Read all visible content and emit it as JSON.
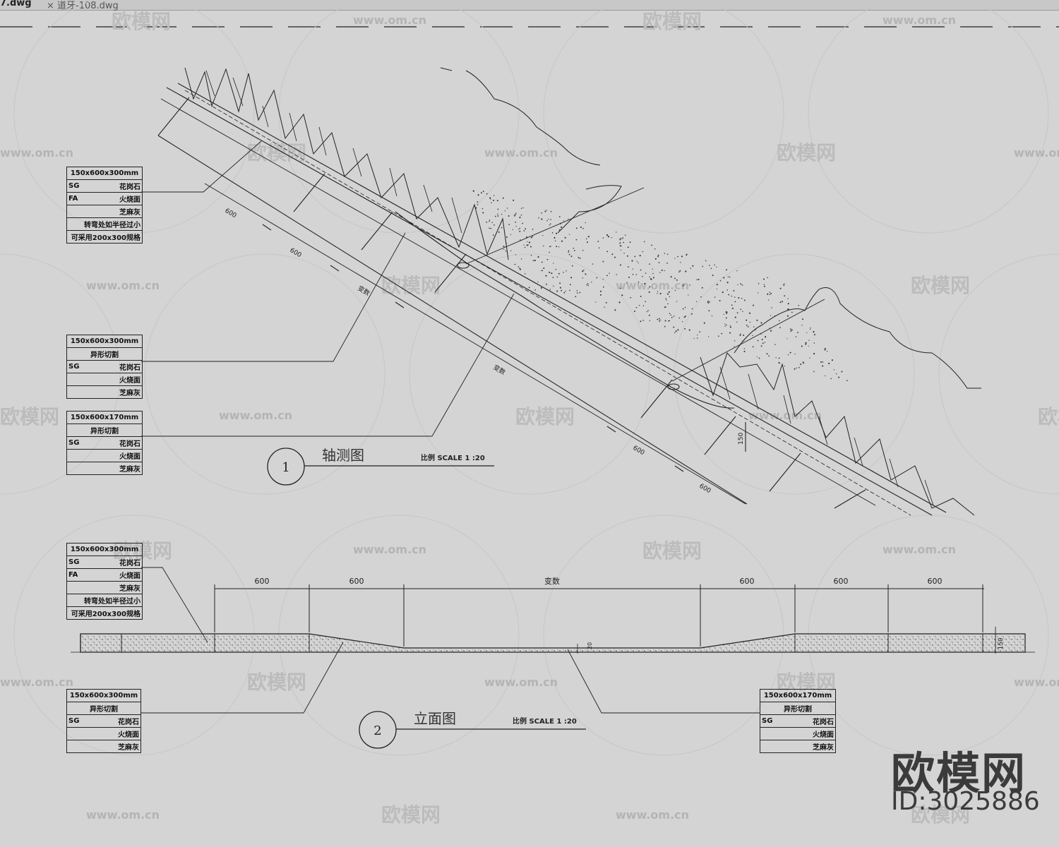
{
  "tabs": [
    {
      "label": "7.dwg"
    },
    {
      "label": "×  道牙-108.dwg"
    }
  ],
  "views": [
    {
      "number": "1",
      "title": "轴测图",
      "scale": "比例 SCALE 1 :20"
    },
    {
      "number": "2",
      "title": "立面图",
      "scale": "比例 SCALE 1 :20"
    }
  ],
  "legends": [
    {
      "header": "150x600x300mm",
      "rows": [
        [
          "SG",
          "花岗石"
        ],
        [
          "FA",
          "火烧面"
        ],
        [
          "",
          "芝麻灰"
        ],
        [
          "",
          "转弯处如半径过小"
        ],
        [
          "",
          "可采用200x300规格"
        ]
      ]
    },
    {
      "header": "150x600x300mm",
      "rows": [
        [
          "",
          "异形切割"
        ],
        [
          "SG",
          "花岗石"
        ],
        [
          "",
          "火烧面"
        ],
        [
          "",
          "芝麻灰"
        ]
      ]
    },
    {
      "header": "150x600x170mm",
      "rows": [
        [
          "",
          "异形切割"
        ],
        [
          "SG",
          "花岗石"
        ],
        [
          "",
          "火烧面"
        ],
        [
          "",
          "芝麻灰"
        ]
      ]
    },
    {
      "header": "150x600x300mm",
      "rows": [
        [
          "SG",
          "花岗石"
        ],
        [
          "FA",
          "火烧面"
        ],
        [
          "",
          "芝麻灰"
        ],
        [
          "",
          "转弯处如半径过小"
        ],
        [
          "",
          "可采用200x300规格"
        ]
      ]
    },
    {
      "header": "150x600x300mm",
      "rows": [
        [
          "",
          "异形切割"
        ],
        [
          "SG",
          "花岗石"
        ],
        [
          "",
          "火烧面"
        ],
        [
          "",
          "芝麻灰"
        ]
      ]
    },
    {
      "header": "150x600x170mm",
      "rows": [
        [
          "",
          "异形切割"
        ],
        [
          "SG",
          "花岗石"
        ],
        [
          "",
          "火烧面"
        ],
        [
          "",
          "芝麻灰"
        ]
      ]
    }
  ],
  "dimensions": {
    "elevation": [
      "600",
      "600",
      "变数",
      "600",
      "600",
      "600"
    ],
    "elevation_height": "150",
    "elevation_small": "20",
    "axo_height": "150"
  },
  "watermarks": {
    "small_url": "www.om.cn",
    "small_brand": "欧模网",
    "big_brand": "欧模网",
    "id": "ID:3025886"
  },
  "colors": {
    "background": "#d4d4d4",
    "ink": "#222222",
    "watermark": "#b8b8b8"
  }
}
